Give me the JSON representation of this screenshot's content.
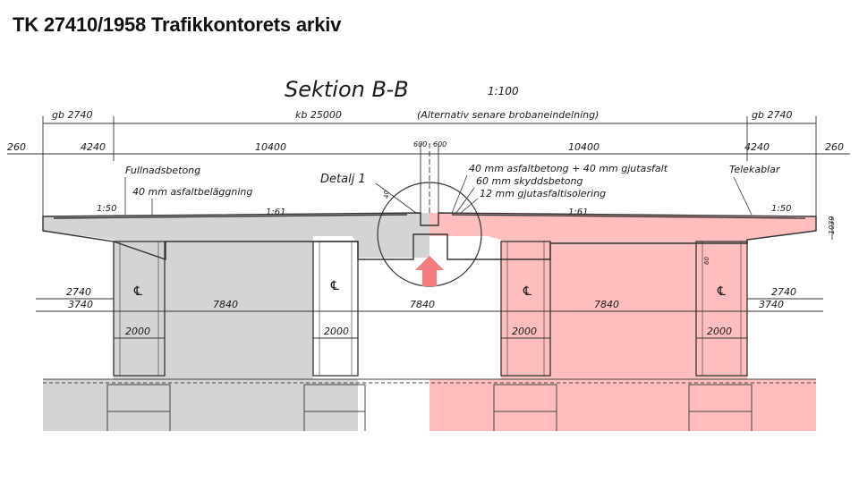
{
  "slide_title": "TK 27410/1958 Trafikkontorets arkiv",
  "drawing": {
    "section_title": "Sektion B-B",
    "scale": "1:100",
    "kb_label": "kb 25000",
    "kb_note": "(Alternativ senare brobaneindelning)",
    "gb_left": "gb 2740",
    "gb_right": "gb 2740",
    "dims_top": [
      "260",
      "4240",
      "10400",
      "600",
      "600",
      "10400",
      "4240",
      "260"
    ],
    "dims_lower_left": [
      "2740",
      "3740"
    ],
    "dims_lower_right": [
      "2740",
      "3740"
    ],
    "spans": [
      "7840",
      "7840",
      "7840"
    ],
    "column_widths": [
      "2000",
      "2000",
      "2000",
      "2000"
    ],
    "slopes": [
      "1:50",
      "1:61",
      "1:61",
      "1:50"
    ],
    "notes": {
      "fullnadsbetong": "Fullnadsbetong",
      "asfalt_left": "40 mm asfaltbeläggning",
      "detalj": "Detalj 1",
      "asfalt_right": "40 mm asfaltbetong + 40 mm gjutasfalt",
      "skyddsbetong": "60 mm skyddsbetong",
      "isolering": "12 mm gjutasfaltisolering",
      "telekablar": "Telekablar",
      "height_right": "1039",
      "small_dim": "40",
      "small_dim_right": "60"
    }
  },
  "colors": {
    "left_highlight": "#cccccc",
    "right_highlight": "#ffb3b3",
    "arrow": "#f47c7c",
    "line": "#333333"
  }
}
